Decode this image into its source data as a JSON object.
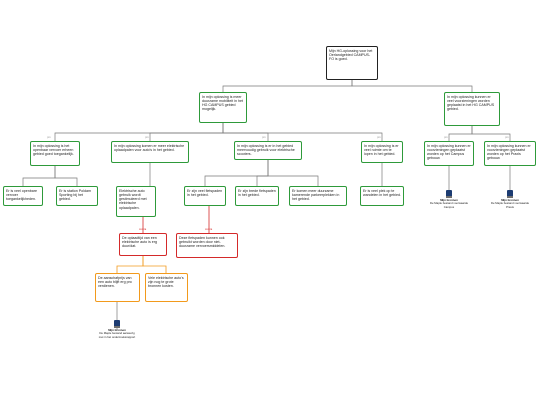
{
  "colors": {
    "green": "#2e9a3a",
    "red": "#d42a2a",
    "orange": "#f29a1c",
    "black": "#222222",
    "tag": "#9a9a9a",
    "book": "#1d3c72"
  },
  "nodes": {
    "root": "Mijn HG-oplossing voor het Oerlandgebied CAMPUS-FO is goed.",
    "a": "In mijn oplossing is meer duurzame mobiliteit in het HG CAMPUS gebied mogelijk.",
    "b": "In mijn oplossing kunnen er veel voorzieningen worden geplaatst in het HG CAMPUS gebied.",
    "a1": "In mijn oplossing is het openbaar vervoer erheen gebied goed toegankelijk.",
    "a2": "In mijn oplossing komen er meer elektrische oplaadpalen voor auto's in het gebied.",
    "a3": "In mijn oplossing is er in het gebied meervoudig gebruik voor elektrische scooters.",
    "a4": "In mijn oplossing is er veel ruimte om te lopen in het gebied.",
    "b1": "In mijn oplossing kunnen er voorzieningen geplaatst worden op het Campus gebouw.",
    "b2": "In mijn oplossing kunnen er voorzieningen geplaatst worden op het Praxis gebouw.",
    "a1a": "Er is veel openbare vervoer toegankelijkheden.",
    "a1b": "Er is station Poldam Sporting bij het gebied.",
    "a2a": "Elektrische auto gebruik wordt gestimuleerd met elektrische oplaadpalen.",
    "a3a": "Er zijn veel fietspaden in het gebied.",
    "a3b": "Er zijn brede fietspaden in het gebied.",
    "a3c": "Er komen meer duurzame kamerende parkeerplekken in het gebied.",
    "a4a": "Er is veel plek op te wandelen in het gebied.",
    "r1": "De oplaadtijd van een elektrische auto is erg duur/dat.",
    "r2": "Deze fietspaden kunnen ook gebruikt worden door niet-duurzame vervoersmiddelen.",
    "o1": "De aanschafprijs van een auto blijft erg pro verdienen.",
    "o2": "Vele elektrische auto's zijn nog te grote bronnen kosten."
  },
  "tags": {
    "pro": "pro",
    "con": "contra",
    "rebuttal": "rebuttal"
  },
  "resources": {
    "res1": {
      "title": "Mijn bronnen",
      "text": "De Maple bestand aanwezig met in het onderzoeksrapport"
    },
    "res2": {
      "title": "Mijn bronnen",
      "text": "De Maple bestand voorwaarde Campus"
    },
    "res3": {
      "title": "Mijn bronnen",
      "text": "De Maple bestand voorwaarde Praxis"
    }
  }
}
